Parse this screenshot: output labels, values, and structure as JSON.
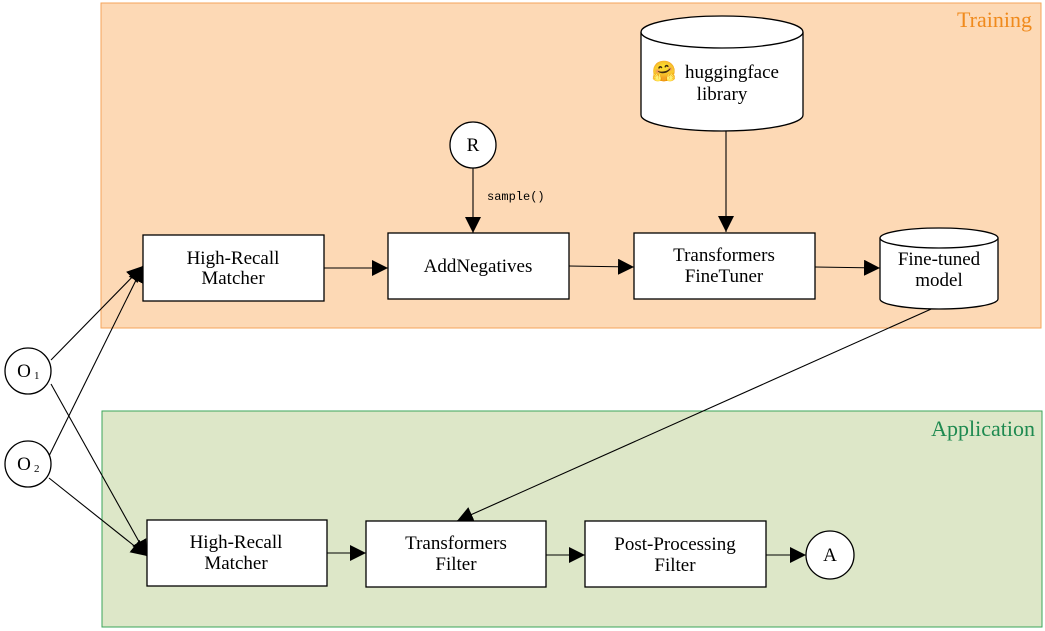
{
  "regions": {
    "training": {
      "title": "Training",
      "color": "#f08a1c"
    },
    "application": {
      "title": "Application",
      "color": "#1e8a50"
    }
  },
  "nodes": {
    "hf_library": {
      "icon": "🤗",
      "line1": "huggingface",
      "line2": "library"
    },
    "r_node": {
      "label": "R"
    },
    "sample_edge": {
      "label": "sample()"
    },
    "train_matcher": {
      "line1": "High-Recall",
      "line2": "Matcher"
    },
    "add_negatives": {
      "label": "AddNegatives"
    },
    "finetuner": {
      "line1": "Transformers",
      "line2": "FineTuner"
    },
    "finetuned_model": {
      "line1": "Fine-tuned",
      "line2": "model"
    },
    "o1": {
      "label": "O",
      "sub": "1"
    },
    "o2": {
      "label": "O",
      "sub": "2"
    },
    "app_matcher": {
      "line1": "High-Recall",
      "line2": "Matcher"
    },
    "transformers_filter": {
      "line1": "Transformers",
      "line2": "Filter"
    },
    "postprocessing_filter": {
      "line1": "Post-Processing",
      "line2": "Filter"
    },
    "a_node": {
      "label": "A"
    }
  }
}
